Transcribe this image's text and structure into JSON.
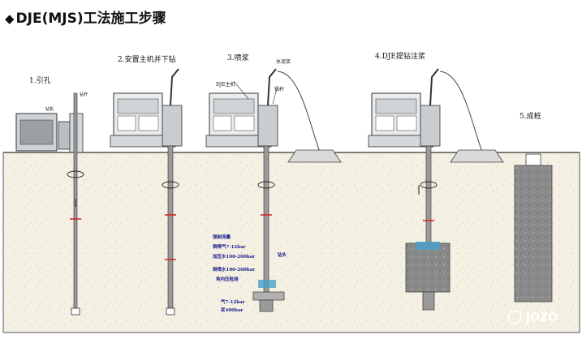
{
  "title": "DJE(MJS)工法施工步骤",
  "steps": [
    {
      "label": "1.引孔"
    },
    {
      "label": "2.安置主机并下钻"
    },
    {
      "label": "3.喷浆"
    },
    {
      "label": "4.DJE提钻注浆"
    },
    {
      "label": "5.成桩"
    }
  ],
  "callouts": {
    "step1_tag_a": "钻机",
    "step1_tag_b": "钻杆",
    "step3_main": "DJE主机",
    "step3_hose": "水泥浆",
    "step3_rod": "钻杆",
    "step3_lines": [
      "强制流量",
      "倒喷气7-12bar",
      "加压水100-200bar",
      "倒喷水100-200bar",
      "地内压检测"
    ],
    "step3_bottom": [
      "气7-12bar",
      "浆400bar"
    ],
    "step3_mid": "钻头"
  },
  "watermark": "JOZO",
  "colors": {
    "ground": "#f4f1e4",
    "pile": "#8b8b8b",
    "water": "#4a9fc8",
    "red": "#d22222"
  }
}
